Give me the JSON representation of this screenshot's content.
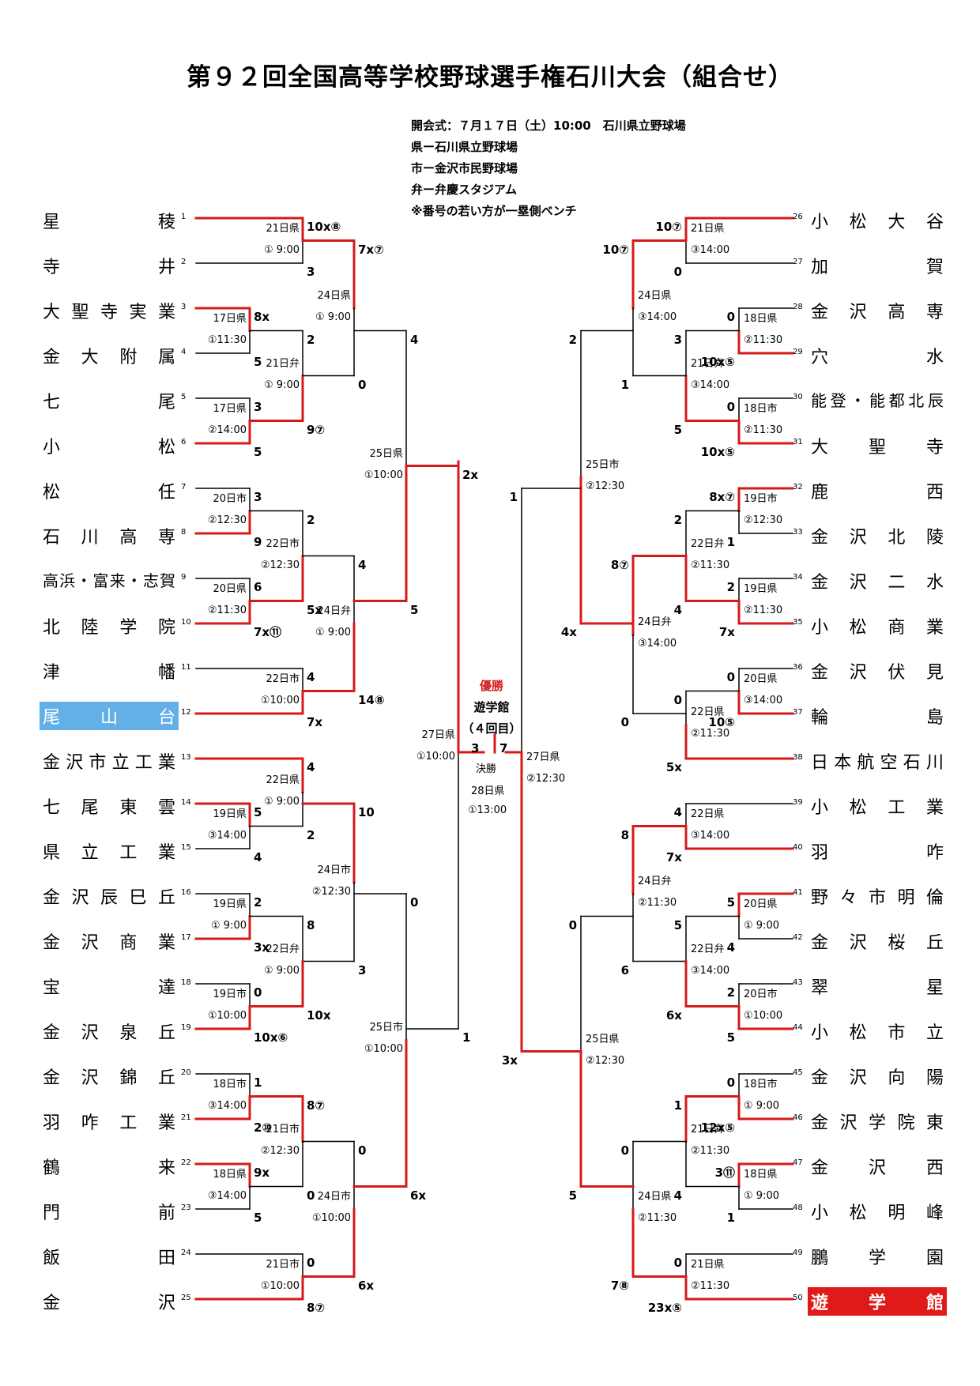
{
  "title": "第９２回全国高等学校野球選手権石川大会（組合せ）",
  "info": [
    "開会式：７月１７日（土）10:00　石川県立野球場",
    "県ー石川県立野球場",
    "市ー金沢市民野球場",
    "弁ー弁慶スタジアム",
    "※番号の若い方が一塁側ベンチ"
  ],
  "colors": {
    "win": "#d61a1a",
    "line": "#000000",
    "blue": "#63b0e8",
    "red": "#e01919"
  },
  "left_teams": [
    {
      "seed": "1",
      "name": "星稜"
    },
    {
      "seed": "2",
      "name": "寺井"
    },
    {
      "seed": "3",
      "name": "大聖寺実業"
    },
    {
      "seed": "4",
      "name": "金大附属"
    },
    {
      "seed": "5",
      "name": "七尾"
    },
    {
      "seed": "6",
      "name": "小松"
    },
    {
      "seed": "7",
      "name": "松任"
    },
    {
      "seed": "8",
      "name": "石川高専"
    },
    {
      "seed": "9",
      "name": "高浜・富来・志賀"
    },
    {
      "seed": "10",
      "name": "北陸学院"
    },
    {
      "seed": "11",
      "name": "津幡"
    },
    {
      "seed": "12",
      "name": "尾山台"
    },
    {
      "seed": "13",
      "name": "金沢市立工業"
    },
    {
      "seed": "14",
      "name": "七尾東雲"
    },
    {
      "seed": "15",
      "name": "県立工業"
    },
    {
      "seed": "16",
      "name": "金沢辰巳丘"
    },
    {
      "seed": "17",
      "name": "金沢商業"
    },
    {
      "seed": "18",
      "name": "宝達"
    },
    {
      "seed": "19",
      "name": "金沢泉丘"
    },
    {
      "seed": "20",
      "name": "金沢錦丘"
    },
    {
      "seed": "21",
      "name": "羽咋工業"
    },
    {
      "seed": "22",
      "name": "鶴来"
    },
    {
      "seed": "23",
      "name": "門前"
    },
    {
      "seed": "24",
      "name": "飯田"
    },
    {
      "seed": "25",
      "name": "金沢"
    }
  ],
  "right_teams": [
    {
      "seed": "26",
      "name": "小松大谷"
    },
    {
      "seed": "27",
      "name": "加賀"
    },
    {
      "seed": "28",
      "name": "金沢高専"
    },
    {
      "seed": "29",
      "name": "穴水"
    },
    {
      "seed": "30",
      "name": "能登・能都北辰"
    },
    {
      "seed": "31",
      "name": "大聖寺"
    },
    {
      "seed": "32",
      "name": "鹿西"
    },
    {
      "seed": "33",
      "name": "金沢北陵"
    },
    {
      "seed": "34",
      "name": "金沢二水"
    },
    {
      "seed": "35",
      "name": "小松商業"
    },
    {
      "seed": "36",
      "name": "金沢伏見"
    },
    {
      "seed": "37",
      "name": "輪島"
    },
    {
      "seed": "38",
      "name": "日本航空石川"
    },
    {
      "seed": "39",
      "name": "小松工業"
    },
    {
      "seed": "40",
      "name": "羽咋"
    },
    {
      "seed": "41",
      "name": "野々市明倫"
    },
    {
      "seed": "42",
      "name": "金沢桜丘"
    },
    {
      "seed": "43",
      "name": "翠星"
    },
    {
      "seed": "44",
      "name": "小松市立"
    },
    {
      "seed": "45",
      "name": "金沢向陽"
    },
    {
      "seed": "46",
      "name": "金沢学院東"
    },
    {
      "seed": "47",
      "name": "金沢西"
    },
    {
      "seed": "48",
      "name": "小松明峰"
    },
    {
      "seed": "49",
      "name": "鵬学園"
    },
    {
      "seed": "50",
      "name": "遊学館"
    }
  ],
  "matches": [
    {
      "side": "L",
      "level": 2,
      "top": [
        1,
        1
      ],
      "bot": [
        2,
        2
      ],
      "win": "top",
      "day": "21日県",
      "time": "① 9:00",
      "s1": "10x⑧",
      "s2": "3"
    },
    {
      "side": "L",
      "level": 1,
      "top": [
        3,
        3
      ],
      "bot": [
        4,
        4
      ],
      "win": "top",
      "day": "17日県",
      "time": "①11:30",
      "s1": "8x",
      "s2": "5"
    },
    {
      "side": "L",
      "level": 1,
      "top": [
        5,
        5
      ],
      "bot": [
        6,
        6
      ],
      "win": "bot",
      "day": "17日県",
      "time": "②14:00",
      "s1": "3",
      "s2": "5"
    },
    {
      "side": "L",
      "level": 2,
      "top": [
        3,
        4
      ],
      "bot": [
        5,
        6
      ],
      "win": "bot",
      "day": "21日弁",
      "time": "① 9:00",
      "s1": "2",
      "s2": "9⑦"
    },
    {
      "side": "L",
      "level": 3,
      "top": [
        1,
        2
      ],
      "bot": [
        3,
        6
      ],
      "win": "top",
      "day": "24日県",
      "time": "① 9:00",
      "s1": "7x⑦",
      "s2": "0"
    },
    {
      "side": "L",
      "level": 1,
      "top": [
        7,
        7
      ],
      "bot": [
        8,
        8
      ],
      "win": "bot",
      "day": "20日市",
      "time": "②12:30",
      "s1": "3",
      "s2": "9"
    },
    {
      "side": "L",
      "level": 1,
      "top": [
        9,
        9
      ],
      "bot": [
        10,
        10
      ],
      "win": "bot",
      "day": "20日県",
      "time": "②11:30",
      "s1": "6",
      "s2": "7x⑪"
    },
    {
      "side": "L",
      "level": 2,
      "top": [
        7,
        8
      ],
      "bot": [
        9,
        10
      ],
      "win": "bot",
      "day": "22日市",
      "time": "②12:30",
      "s1": "2",
      "s2": "5x"
    },
    {
      "side": "L",
      "level": 2,
      "top": [
        11,
        11
      ],
      "bot": [
        12,
        12
      ],
      "win": "bot",
      "day": "22日市",
      "time": "①10:00",
      "s1": "4",
      "s2": "7x"
    },
    {
      "side": "L",
      "level": 3,
      "top": [
        7,
        10
      ],
      "bot": [
        11,
        12
      ],
      "win": "bot",
      "day": "24日弁",
      "time": "① 9:00",
      "s1": "4",
      "s2": "14⑧"
    },
    {
      "side": "L",
      "level": 4,
      "top": [
        1,
        6
      ],
      "bot": [
        7,
        12
      ],
      "win": "bot",
      "day": "25日県",
      "time": "①10:00",
      "s1": "4",
      "s2": "5"
    },
    {
      "side": "L",
      "level": 2,
      "top": [
        13,
        13
      ],
      "bot": [
        14,
        15
      ],
      "win": "top",
      "day": "22日県",
      "time": "① 9:00",
      "s1": "4",
      "s2": "2"
    },
    {
      "side": "L",
      "level": 1,
      "top": [
        14,
        14
      ],
      "bot": [
        15,
        15
      ],
      "win": "top",
      "day": "19日県",
      "time": "③14:00",
      "s1": "5",
      "s2": "4"
    },
    {
      "side": "L",
      "level": 3,
      "top": [
        13,
        15
      ],
      "bot": [
        16,
        19
      ],
      "win": "top",
      "day": "24日市",
      "time": "②12:30",
      "s1": "10",
      "s2": "3"
    },
    {
      "side": "L",
      "level": 1,
      "top": [
        16,
        16
      ],
      "bot": [
        17,
        17
      ],
      "win": "bot",
      "day": "19日県",
      "time": "① 9:00",
      "s1": "2",
      "s2": "3x"
    },
    {
      "side": "L",
      "level": 2,
      "top": [
        16,
        17
      ],
      "bot": [
        18,
        19
      ],
      "win": "bot",
      "day": "22日弁",
      "time": "① 9:00",
      "s1": "8",
      "s2": "10x"
    },
    {
      "side": "L",
      "level": 1,
      "top": [
        18,
        18
      ],
      "bot": [
        19,
        19
      ],
      "win": "bot",
      "day": "19日市",
      "time": "①10:00",
      "s1": "0",
      "s2": "10x⑥"
    },
    {
      "side": "L",
      "level": 1,
      "top": [
        20,
        20
      ],
      "bot": [
        21,
        21
      ],
      "win": "bot",
      "day": "18日市",
      "time": "③14:00",
      "s1": "1",
      "s2": "2⑩"
    },
    {
      "side": "L",
      "level": 2,
      "top": [
        20,
        21
      ],
      "bot": [
        22,
        23
      ],
      "win": "top",
      "day": "21日市",
      "time": "②12:30",
      "s1": "8⑦",
      "s2": "0"
    },
    {
      "side": "L",
      "level": 1,
      "top": [
        22,
        22
      ],
      "bot": [
        23,
        23
      ],
      "win": "top",
      "day": "18日県",
      "time": "③14:00",
      "s1": "9x",
      "s2": "5"
    },
    {
      "side": "L",
      "level": 3,
      "top": [
        20,
        23
      ],
      "bot": [
        24,
        25
      ],
      "win": "bot",
      "day": "24日市",
      "time": "①10:00",
      "s1": "0",
      "s2": "6x"
    },
    {
      "side": "L",
      "level": 2,
      "top": [
        24,
        24
      ],
      "bot": [
        25,
        25
      ],
      "win": "bot",
      "day": "21日市",
      "time": "①10:00",
      "s1": "0",
      "s2": "8⑦"
    },
    {
      "side": "L",
      "level": 4,
      "top": [
        13,
        19
      ],
      "bot": [
        20,
        25
      ],
      "win": "bot",
      "day": "25日市",
      "time": "①10:00",
      "s1": "0",
      "s2": "6x"
    },
    {
      "side": "L",
      "level": 5,
      "top": [
        1,
        12
      ],
      "bot": [
        13,
        25
      ],
      "win": "top",
      "day": "27日県",
      "time": "①10:00",
      "s1": "2x",
      "s2": "1",
      "s3": "3"
    },
    {
      "side": "R",
      "level": 2,
      "top": [
        1,
        1
      ],
      "bot": [
        2,
        2
      ],
      "win": "top",
      "day": "21日県",
      "time": "③14:00",
      "s1": "10⑦",
      "s2": "0"
    },
    {
      "side": "R",
      "level": 1,
      "top": [
        3,
        3
      ],
      "bot": [
        4,
        4
      ],
      "win": "bot",
      "day": "18日県",
      "time": "②11:30",
      "s1": "0",
      "s2": "10x⑤"
    },
    {
      "side": "R",
      "level": 1,
      "top": [
        5,
        5
      ],
      "bot": [
        6,
        6
      ],
      "win": "bot",
      "day": "18日市",
      "time": "②11:30",
      "s1": "0",
      "s2": "10x⑤"
    },
    {
      "side": "R",
      "level": 2,
      "top": [
        3,
        4
      ],
      "bot": [
        5,
        6
      ],
      "win": "bot",
      "day": "21日弁",
      "time": "③14:00",
      "s1": "3",
      "s2": "5"
    },
    {
      "side": "R",
      "level": 3,
      "top": [
        1,
        2
      ],
      "bot": [
        3,
        6
      ],
      "win": "top",
      "day": "24日県",
      "time": "③14:00",
      "s1": "10⑦",
      "s2": "1"
    },
    {
      "side": "R",
      "level": 1,
      "top": [
        7,
        7
      ],
      "bot": [
        8,
        8
      ],
      "win": "top",
      "day": "19日市",
      "time": "②12:30",
      "s1": "8x⑦",
      "s2": "1"
    },
    {
      "side": "R",
      "level": 1,
      "top": [
        9,
        9
      ],
      "bot": [
        10,
        10
      ],
      "win": "bot",
      "day": "19日県",
      "time": "②11:30",
      "s1": "2",
      "s2": "7x"
    },
    {
      "side": "R",
      "level": 2,
      "top": [
        7,
        8
      ],
      "bot": [
        9,
        10
      ],
      "win": "bot",
      "day": "22日弁",
      "time": "②11:30",
      "s1": "2",
      "s2": "4"
    },
    {
      "side": "R",
      "level": 3,
      "top": [
        7,
        10
      ],
      "bot": [
        11,
        13
      ],
      "win": "top",
      "day": "24日弁",
      "time": "③14:00",
      "s1": "8⑦",
      "s2": "0"
    },
    {
      "side": "R",
      "level": 1,
      "top": [
        11,
        11
      ],
      "bot": [
        12,
        12
      ],
      "win": "bot",
      "day": "20日県",
      "time": "③14:00",
      "s1": "0",
      "s2": "10⑤"
    },
    {
      "side": "R",
      "level": 2,
      "top": [
        11,
        12
      ],
      "bot": [
        13,
        13
      ],
      "win": "bot",
      "day": "22日県",
      "time": "②11:30",
      "s1": "0",
      "s2": "5x"
    },
    {
      "side": "R",
      "level": 4,
      "top": [
        1,
        6
      ],
      "bot": [
        7,
        13
      ],
      "win": "bot",
      "day": "25日市",
      "time": "②12:30",
      "s1": "2",
      "s2": "4x"
    },
    {
      "side": "R",
      "level": 2,
      "top": [
        14,
        14
      ],
      "bot": [
        15,
        15
      ],
      "win": "bot",
      "day": "22日県",
      "time": "③14:00",
      "s1": "4",
      "s2": "7x"
    },
    {
      "side": "R",
      "level": 3,
      "top": [
        14,
        15
      ],
      "bot": [
        16,
        19
      ],
      "win": "top",
      "day": "24日弁",
      "time": "②11:30",
      "s1": "8",
      "s2": "6"
    },
    {
      "side": "R",
      "level": 1,
      "top": [
        16,
        16
      ],
      "bot": [
        17,
        17
      ],
      "win": "top",
      "day": "20日県",
      "time": "① 9:00",
      "s1": "5",
      "s2": "4"
    },
    {
      "side": "R",
      "level": 2,
      "top": [
        16,
        17
      ],
      "bot": [
        18,
        19
      ],
      "win": "bot",
      "day": "22日弁",
      "time": "③14:00",
      "s1": "5",
      "s2": "6x"
    },
    {
      "side": "R",
      "level": 1,
      "top": [
        18,
        18
      ],
      "bot": [
        19,
        19
      ],
      "win": "bot",
      "day": "20日市",
      "time": "①10:00",
      "s1": "2",
      "s2": "5"
    },
    {
      "side": "R",
      "level": 1,
      "top": [
        20,
        20
      ],
      "bot": [
        21,
        21
      ],
      "win": "bot",
      "day": "18日市",
      "time": "① 9:00",
      "s1": "0",
      "s2": "12x⑤"
    },
    {
      "side": "R",
      "level": 2,
      "top": [
        20,
        21
      ],
      "bot": [
        22,
        23
      ],
      "win": "top",
      "day": "21日弁",
      "time": "②11:30",
      "s1": "1",
      "s2": "4"
    },
    {
      "side": "R",
      "level": 1,
      "top": [
        22,
        22
      ],
      "bot": [
        23,
        23
      ],
      "win": "top",
      "day": "18日県",
      "time": "① 9:00",
      "s1": "3⑪",
      "s2": "1"
    },
    {
      "side": "R",
      "level": 3,
      "top": [
        20,
        23
      ],
      "bot": [
        24,
        25
      ],
      "win": "bot",
      "day": "24日県",
      "time": "②11:30",
      "s1": "0",
      "s2": "7⑧"
    },
    {
      "side": "R",
      "level": 2,
      "top": [
        24,
        24
      ],
      "bot": [
        25,
        25
      ],
      "win": "bot",
      "day": "21日県",
      "time": "②11:30",
      "s1": "0",
      "s2": "23x⑤"
    },
    {
      "side": "R",
      "level": 4,
      "top": [
        14,
        19
      ],
      "bot": [
        20,
        25
      ],
      "win": "bot",
      "day": "25日県",
      "time": "②12:30",
      "s1": "0",
      "s2": "5"
    },
    {
      "side": "R",
      "level": 5,
      "top": [
        1,
        13
      ],
      "bot": [
        14,
        25
      ],
      "win": "bot",
      "day": "27日県",
      "time": "②12:30",
      "s1": "1",
      "s2": "3x",
      "s3": "7"
    }
  ],
  "champion": {
    "label": "優勝",
    "team": "遊学館",
    "note": "（４回目）"
  },
  "final": {
    "label": "決勝",
    "day": "28日県",
    "time": "①13:00"
  }
}
